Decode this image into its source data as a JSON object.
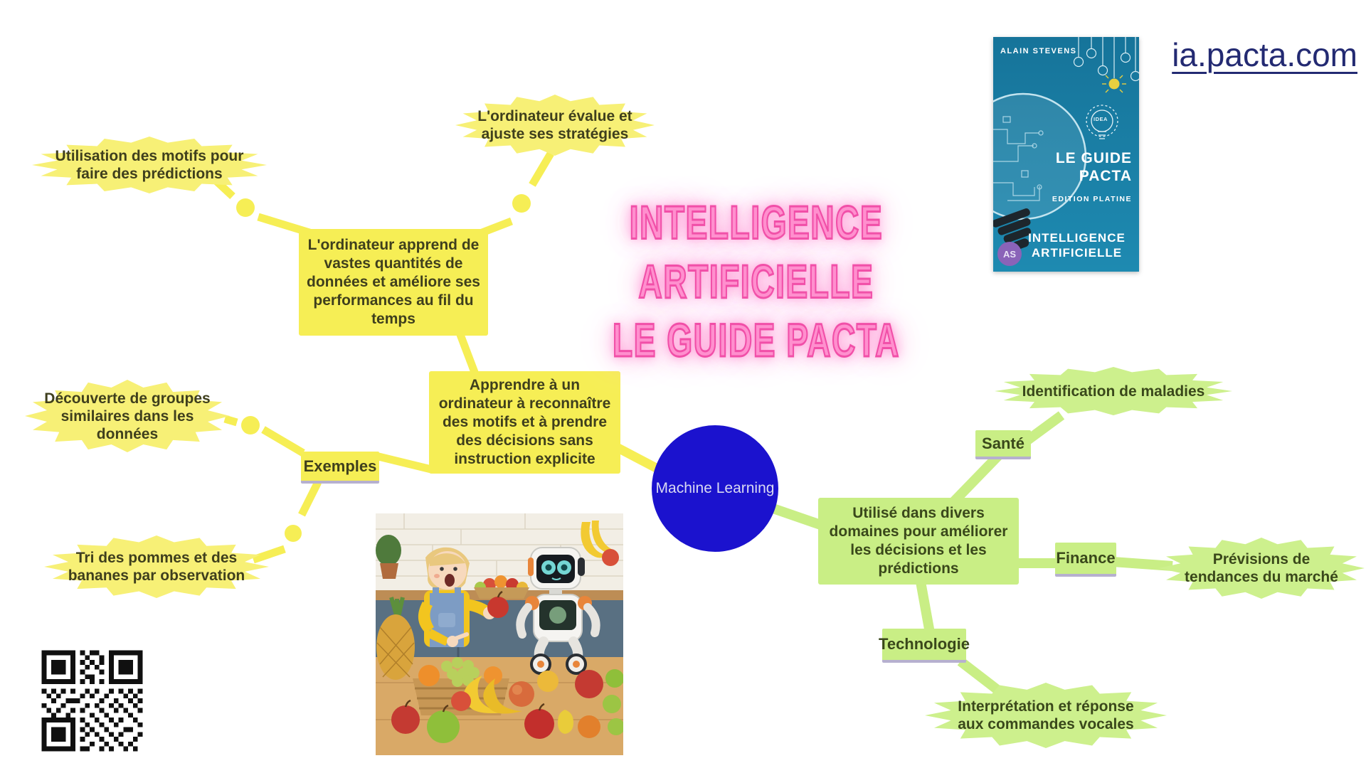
{
  "header": {
    "site_link": "ia.pacta.com",
    "link_color": "#232a72"
  },
  "neon_title": {
    "line1": "INTELLIGENCE ARTIFICIELLE",
    "line2": "LE GUIDE PACTA",
    "color": "#ff7cc6"
  },
  "book_cover": {
    "author": "ALAIN STEVENS",
    "idea_label": "IDEA",
    "title_line1": "LE GUIDE",
    "title_line2": "PACTA",
    "edition": "EDITION PLATINE",
    "subject_line1": "INTELLIGENCE",
    "subject_line2": "ARTIFICIELLE",
    "logo": "AS",
    "bg_color": "#1a7fa6"
  },
  "mindmap": {
    "center": {
      "label": "Machine Learning",
      "color": "#1b12ce"
    },
    "colors": {
      "yellow": "#f6ee55",
      "green": "#c9ee85",
      "pill_underline": "#b6b0cf"
    },
    "left": {
      "definition": "Apprendre à un ordinateur à reconnaître des motifs et à prendre des décisions sans instruction explicite",
      "learning": "L'ordinateur apprend de vastes quantités de données et améliore ses performances au fil du temps",
      "prediction": "Utilisation des motifs pour faire des prédictions",
      "strategy": "L'ordinateur évalue et ajuste ses stratégies",
      "examples_label": "Exemples",
      "clustering": "Découverte de groupes similaires dans les données",
      "sorting": "Tri des pommes et des bananes par observation"
    },
    "right": {
      "usage": "Utilisé dans divers domaines pour améliorer les décisions et les prédictions",
      "health_label": "Santé",
      "health_item": "Identification de maladies",
      "finance_label": "Finance",
      "finance_item": "Prévisions de tendances du marché",
      "tech_label": "Technologie",
      "tech_item": "Interprétation et réponse aux commandes vocales"
    }
  }
}
